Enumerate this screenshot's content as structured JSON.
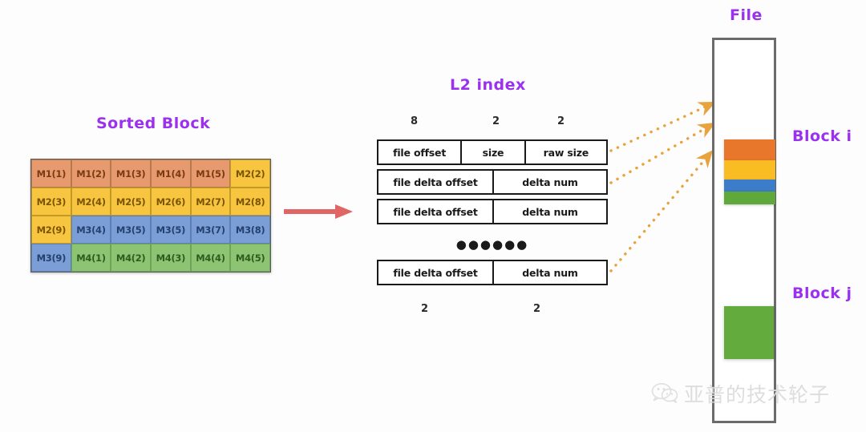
{
  "diagram": {
    "sorted_block": {
      "title": "Sorted Block",
      "rows": [
        [
          {
            "label": "M1(1)",
            "color": "orange"
          },
          {
            "label": "M1(2)",
            "color": "orange"
          },
          {
            "label": "M1(3)",
            "color": "orange"
          },
          {
            "label": "M1(4)",
            "color": "orange"
          },
          {
            "label": "M1(5)",
            "color": "orange"
          },
          {
            "label": "M2(2)",
            "color": "yellow"
          }
        ],
        [
          {
            "label": "M2(3)",
            "color": "yellow"
          },
          {
            "label": "M2(4)",
            "color": "yellow"
          },
          {
            "label": "M2(5)",
            "color": "yellow"
          },
          {
            "label": "M2(6)",
            "color": "yellow"
          },
          {
            "label": "M2(7)",
            "color": "yellow"
          },
          {
            "label": "M2(8)",
            "color": "yellow"
          }
        ],
        [
          {
            "label": "M2(9)",
            "color": "yellow"
          },
          {
            "label": "M3(4)",
            "color": "blue"
          },
          {
            "label": "M3(5)",
            "color": "blue"
          },
          {
            "label": "M3(5)",
            "color": "blue"
          },
          {
            "label": "M3(7)",
            "color": "blue"
          },
          {
            "label": "M3(8)",
            "color": "blue"
          }
        ],
        [
          {
            "label": "M3(9)",
            "color": "blue"
          },
          {
            "label": "M4(1)",
            "color": "green"
          },
          {
            "label": "M4(2)",
            "color": "green"
          },
          {
            "label": "M4(3)",
            "color": "green"
          },
          {
            "label": "M4(4)",
            "color": "green"
          },
          {
            "label": "M4(5)",
            "color": "green"
          }
        ]
      ]
    },
    "l2_index": {
      "title": "L2 index",
      "top_size_labels": [
        "8",
        "2",
        "2"
      ],
      "bottom_size_labels": [
        "2",
        "2"
      ],
      "header_row": {
        "file_offset": "file offset",
        "size": "size",
        "raw_size": "raw size"
      },
      "delta_rows": [
        {
          "offset": "file delta offset",
          "num": "delta num"
        },
        {
          "offset": "file delta offset",
          "num": "delta num"
        },
        {
          "offset": "file delta offset",
          "num": "delta num"
        }
      ],
      "ellipsis": "●●●●●●"
    },
    "file": {
      "title": "File",
      "block_i_label": "Block i",
      "block_j_label": "Block j",
      "block_i_stripe_colors": [
        "#e8762b",
        "#f9bc23",
        "#3d7cc9",
        "#5fa83c"
      ],
      "block_j_color": "#63ab3d"
    },
    "colors": {
      "title_purple": "#9b31ef",
      "red_arrow": "#e06666",
      "dotted_arrow": "#e8a33d",
      "cell_orange": "#e79a6d",
      "cell_yellow": "#f7c53f",
      "cell_blue": "#7b9ed6",
      "cell_green": "#8cc474"
    },
    "watermark": {
      "text": "亚普的技术轮子",
      "icon": "wechat-icon"
    }
  }
}
